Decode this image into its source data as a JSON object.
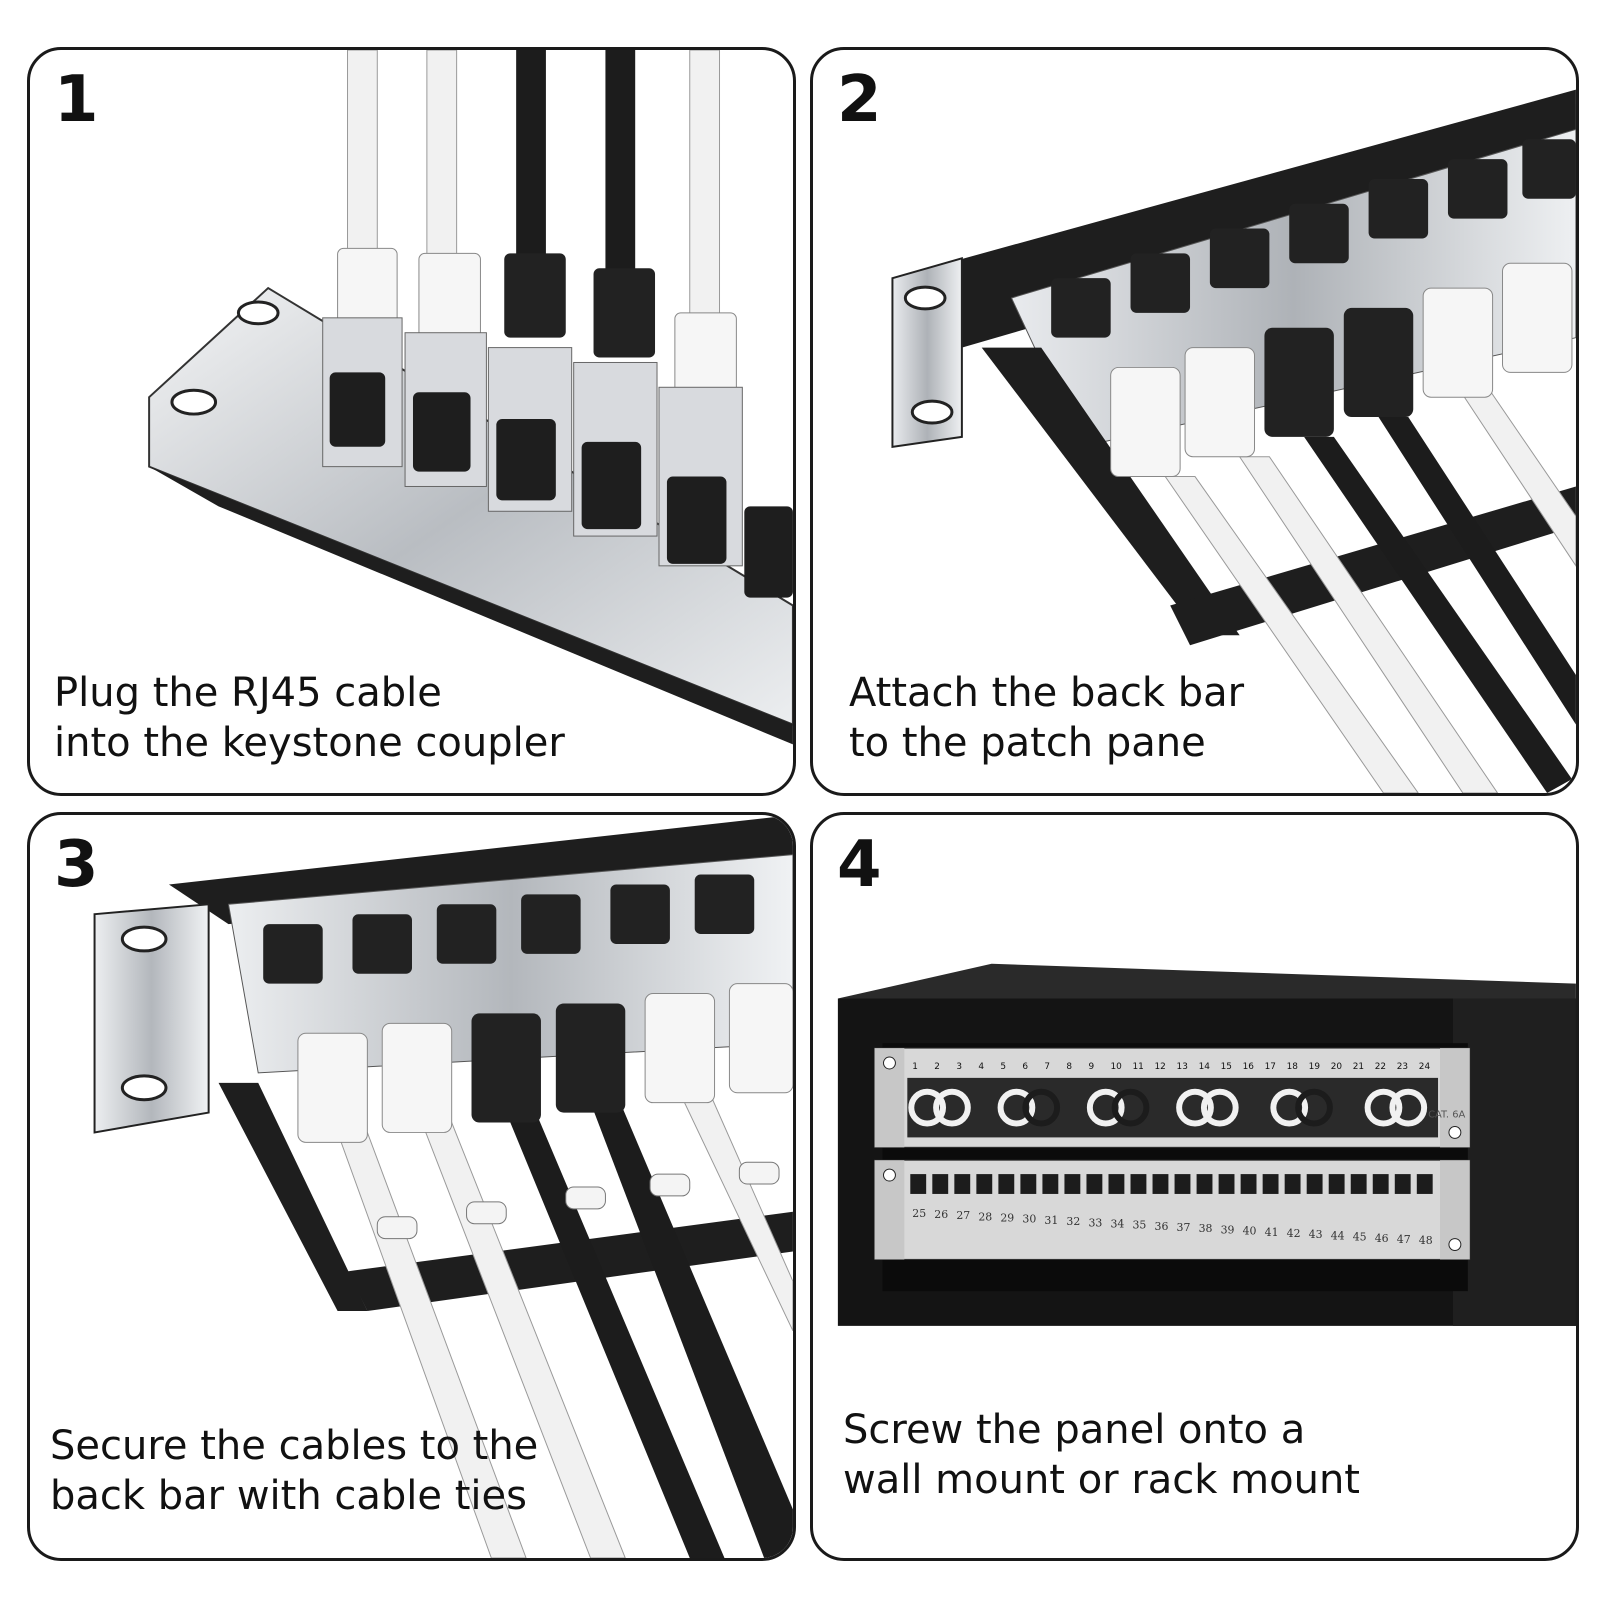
{
  "steps": [
    {
      "number": "1",
      "line1": "Plug the RJ45 cable",
      "line2": "into the keystone coupler"
    },
    {
      "number": "2",
      "line1": "Attach the back bar",
      "line2": "to the patch pane"
    },
    {
      "number": "3",
      "line1": "Secure the cables to the",
      "line2": "back bar with cable ties"
    },
    {
      "number": "4",
      "line1": "Screw the panel onto a",
      "line2": "wall mount or rack mount"
    }
  ],
  "rack": {
    "top_ports": [
      "1",
      "2",
      "3",
      "4",
      "5",
      "6",
      "7",
      "8",
      "9",
      "10",
      "11",
      "12",
      "13",
      "14",
      "15",
      "16",
      "17",
      "18",
      "19",
      "20",
      "21",
      "22",
      "23",
      "24"
    ],
    "bottom_ports": [
      "25",
      "26",
      "27",
      "28",
      "29",
      "30",
      "31",
      "32",
      "33",
      "34",
      "35",
      "36",
      "37",
      "38",
      "39",
      "40",
      "41",
      "42",
      "43",
      "44",
      "45",
      "46",
      "47",
      "48"
    ],
    "badge": "CAT. 6A"
  },
  "colors": {
    "frame": "#1a1a1a",
    "metal": "#c9ccd0",
    "cable_white": "#f1f1f1",
    "cable_black": "#1c1c1c"
  }
}
